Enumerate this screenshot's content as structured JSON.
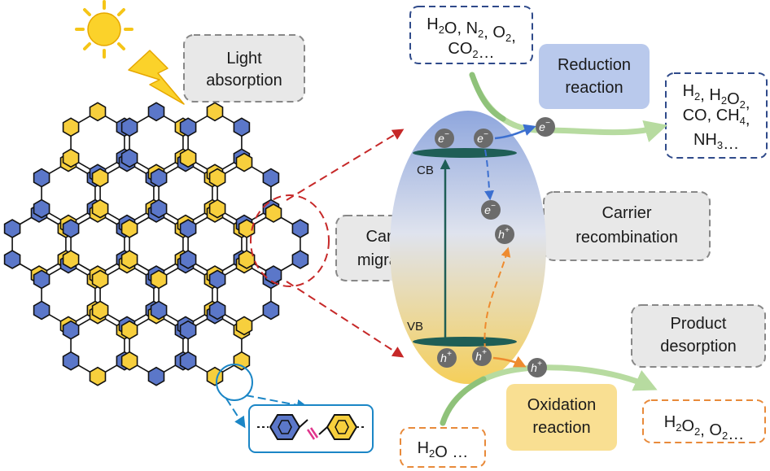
{
  "boxes": {
    "light_absorption": [
      "Light",
      "absorption"
    ],
    "carrier_migration": [
      "Carrier",
      "migration"
    ],
    "reduction_reaction": [
      "Reduction",
      "reaction"
    ],
    "carrier_recombination": [
      "Carrier",
      "recombination"
    ],
    "product_desorption": [
      "Product",
      "desorption"
    ],
    "oxidation_reaction": [
      "Oxidation",
      "reaction"
    ]
  },
  "reactants_reduction": {
    "line1": [
      {
        "t": "H"
      },
      {
        "t": "2",
        "sub": true
      },
      {
        "t": "O, N"
      },
      {
        "t": "2",
        "sub": true
      },
      {
        "t": ", O"
      },
      {
        "t": "2",
        "sub": true
      },
      {
        "t": ","
      }
    ],
    "line2": [
      {
        "t": "CO"
      },
      {
        "t": "2",
        "sub": true
      },
      {
        "t": "…"
      }
    ]
  },
  "products_reduction": {
    "line1": [
      {
        "t": "H"
      },
      {
        "t": "2",
        "sub": true
      },
      {
        "t": ", H"
      },
      {
        "t": "2",
        "sub": true
      },
      {
        "t": "O"
      },
      {
        "t": "2",
        "sub": true
      },
      {
        "t": ","
      }
    ],
    "line2": [
      {
        "t": "CO, CH"
      },
      {
        "t": "4",
        "sub": true
      },
      {
        "t": ","
      }
    ],
    "line3": [
      {
        "t": "NH"
      },
      {
        "t": "3",
        "sub": true
      },
      {
        "t": "…"
      }
    ]
  },
  "reactant_oxidation": [
    {
      "t": "H"
    },
    {
      "t": "2",
      "sub": true
    },
    {
      "t": "O …"
    }
  ],
  "products_oxidation": [
    {
      "t": "H"
    },
    {
      "t": "2",
      "sub": true
    },
    {
      "t": "O"
    },
    {
      "t": "2",
      "sub": true
    },
    {
      "t": ", O"
    },
    {
      "t": "2",
      "sub": true
    },
    {
      "t": "…"
    }
  ],
  "bands": {
    "cb": "CB",
    "vb": "VB"
  },
  "carriers": {
    "electron": "e",
    "electron_sup": "−",
    "hole": "h",
    "hole_sup": "+"
  },
  "colors": {
    "hex_blue": "#5b77c9",
    "hex_yellow": "#f7cf3d",
    "reduction_fill": "#b9c9ec",
    "oxidation_fill": "#f9df92",
    "gray_box_fill": "#e8e8e8",
    "blue_dash": "#2f4a8a",
    "orange_dash": "#e88a3a",
    "red_dash": "#c62828",
    "band_green": "#1f5e56"
  }
}
